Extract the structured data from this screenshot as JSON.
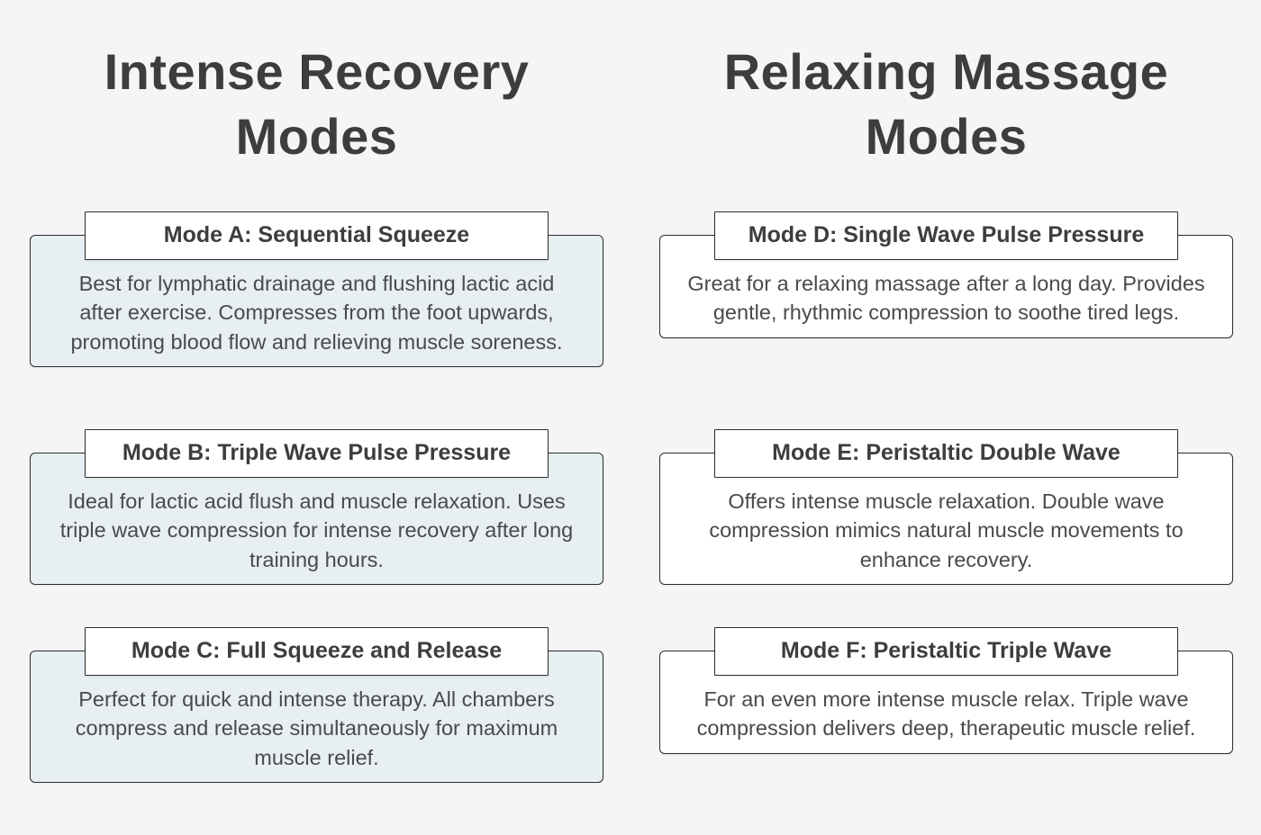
{
  "theme": {
    "background": "#f5f5f5",
    "border_color": "#2e2e2e",
    "title_color": "#3d3d3d",
    "body_color": "#4a4a4a",
    "intense_card_fill": "#e7eff2",
    "relaxing_card_fill": "#ffffff"
  },
  "columns": [
    {
      "title": "Intense Recovery Modes",
      "modes": [
        {
          "label": "Mode A: Sequential Squeeze",
          "description": "Best for lymphatic drainage and flushing lactic acid after exercise. Compresses from the foot upwards, promoting blood flow and relieving muscle soreness."
        },
        {
          "label": "Mode B: Triple Wave Pulse Pressure",
          "description": "Ideal for lactic acid flush and muscle relaxation. Uses triple wave compression for intense recovery after long training hours."
        },
        {
          "label": "Mode C: Full Squeeze and Release",
          "description": "Perfect for quick and intense therapy. All chambers compress and release simultaneously for maximum muscle relief."
        }
      ]
    },
    {
      "title": "Relaxing Massage Modes",
      "modes": [
        {
          "label": "Mode D: Single Wave Pulse Pressure",
          "description": "Great for a relaxing massage after a long day. Provides gentle, rhythmic compression to soothe tired legs."
        },
        {
          "label": "Mode E: Peristaltic Double Wave",
          "description": "Offers intense muscle relaxation. Double wave compression mimics natural muscle movements to enhance recovery."
        },
        {
          "label": "Mode F: Peristaltic Triple Wave",
          "description": "For an even more intense muscle relax. Triple wave compression delivers deep, therapeutic muscle relief."
        }
      ]
    }
  ]
}
